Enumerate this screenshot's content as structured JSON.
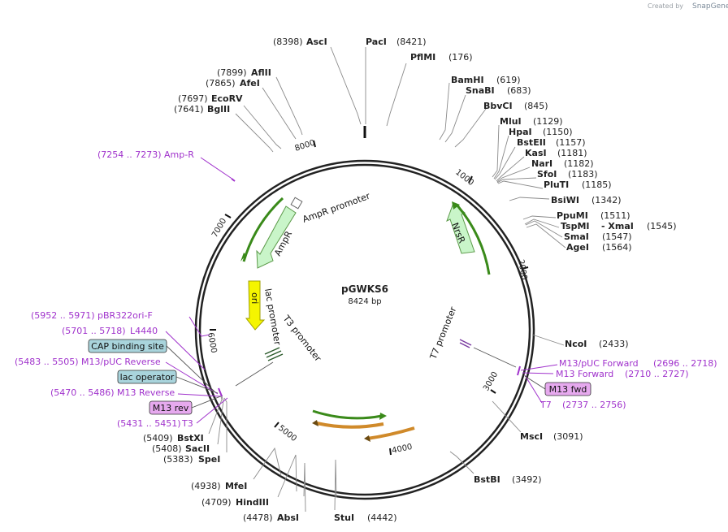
{
  "plasmid": {
    "name": "pGWKS6",
    "length_label": "8424 bp",
    "length": 8424
  },
  "credit": {
    "text": "Created by",
    "brand": "SnapGene"
  },
  "enzymes": [
    {
      "name": "AscI",
      "pos": "(8398)",
      "side": "left"
    },
    {
      "name": "PacI",
      "pos": "(8421)",
      "side": "right"
    },
    {
      "name": "PflMI",
      "pos": "(176)",
      "side": "right"
    },
    {
      "name": "BamHI",
      "pos": "(619)",
      "side": "right"
    },
    {
      "name": "SnaBI",
      "pos": "(683)",
      "side": "right"
    },
    {
      "name": "BbvCI",
      "pos": "(845)",
      "side": "right"
    },
    {
      "name": "MluI",
      "pos": "(1129)",
      "side": "right"
    },
    {
      "name": "HpaI",
      "pos": "(1150)",
      "side": "right"
    },
    {
      "name": "BstEII",
      "pos": "(1157)",
      "side": "right"
    },
    {
      "name": "KasI",
      "pos": "(1181)",
      "side": "right"
    },
    {
      "name": "NarI",
      "pos": "(1182)",
      "side": "right"
    },
    {
      "name": "SfoI",
      "pos": "(1183)",
      "side": "right"
    },
    {
      "name": "PluTI",
      "pos": "(1185)",
      "side": "right"
    },
    {
      "name": "BsiWI",
      "pos": "(1342)",
      "side": "right"
    },
    {
      "name": "PpuMI",
      "pos": "(1511)",
      "side": "right"
    },
    {
      "name": "TspMI",
      "pos": "(1545)",
      "side": "right",
      "extra": "- XmaI"
    },
    {
      "name": "SmaI",
      "pos": "(1547)",
      "side": "right"
    },
    {
      "name": "AgeI",
      "pos": "(1564)",
      "side": "right"
    },
    {
      "name": "NcoI",
      "pos": "(2433)",
      "side": "right"
    },
    {
      "name": "MscI",
      "pos": "(3091)",
      "side": "right"
    },
    {
      "name": "BstBI",
      "pos": "(3492)",
      "side": "right"
    },
    {
      "name": "StuI",
      "pos": "(4442)",
      "side": "right"
    },
    {
      "name": "AbsI",
      "pos": "(4478)",
      "side": "left"
    },
    {
      "name": "HindIII",
      "pos": "(4709)",
      "side": "left"
    },
    {
      "name": "MfeI",
      "pos": "(4938)",
      "side": "left"
    },
    {
      "name": "SpeI",
      "pos": "(5383)",
      "side": "left"
    },
    {
      "name": "SacII",
      "pos": "(5408)",
      "side": "left"
    },
    {
      "name": "BstXI",
      "pos": "(5409)",
      "side": "left"
    },
    {
      "name": "AflII",
      "pos": "(7899)",
      "side": "left"
    },
    {
      "name": "AfeI",
      "pos": "(7865)",
      "side": "left"
    },
    {
      "name": "EcoRV",
      "pos": "(7697)",
      "side": "left"
    },
    {
      "name": "BglII",
      "pos": "(7641)",
      "side": "left"
    }
  ],
  "primers": [
    {
      "range": "(7254 .. 7273)",
      "name": "Amp-R"
    },
    {
      "range": "(5952 .. 5971)",
      "name": "pBR322ori-F"
    },
    {
      "range": "(5701 .. 5718)",
      "name": "L4440"
    },
    {
      "range": "(5483 .. 5505)",
      "name": "M13/pUC Reverse"
    },
    {
      "range": "(5470 .. 5486)",
      "name": "M13 Reverse"
    },
    {
      "range": "(5431 .. 5451)",
      "name": "T3"
    },
    {
      "range": "(2696 .. 2718)",
      "name": "M13/pUC Forward"
    },
    {
      "range": "(2710 .. 2727)",
      "name": "M13 Forward"
    },
    {
      "range": "(2737 .. 2756)",
      "name": "T7"
    }
  ],
  "boxed_features": [
    {
      "name": "CAP binding site",
      "color": "#a9d4dc"
    },
    {
      "name": "lac operator",
      "color": "#a9d4dc"
    },
    {
      "name": "M13 rev",
      "color": "#e6a9ee"
    },
    {
      "name": "M13 fwd",
      "color": "#e6a9ee"
    }
  ],
  "map_features": [
    {
      "name": "AmpR promoter"
    },
    {
      "name": "AmpR"
    },
    {
      "name": "ori"
    },
    {
      "name": "lac promoter"
    },
    {
      "name": "T3 promoter"
    },
    {
      "name": "T7 promoter"
    },
    {
      "name": "NrsR"
    }
  ],
  "ruler_ticks": [
    "1000",
    "2000",
    "3000",
    "4000",
    "5000",
    "6000",
    "7000",
    "8000"
  ],
  "colors": {
    "primer": "#a032cc",
    "cds": "#c9f5c9",
    "ori": "#f5f500",
    "ring": "#222222"
  }
}
